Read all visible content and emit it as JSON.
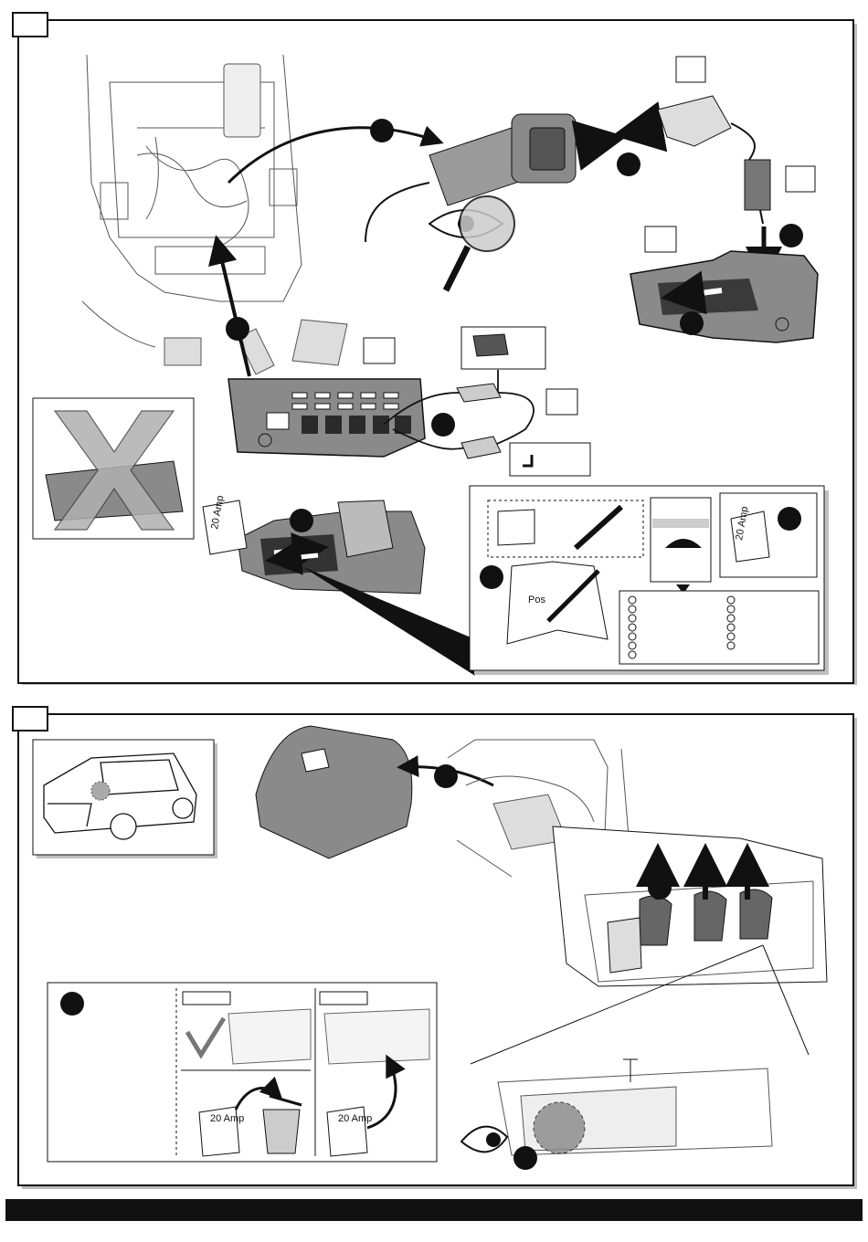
{
  "panel_top": {
    "step_tab": "",
    "callout_boxes": [
      "",
      "",
      "",
      "",
      "",
      "",
      ""
    ],
    "fuse_rating_1": "20 Amp",
    "fuse_rating_2": "20 Amp",
    "manual_text": "Pos"
  },
  "panel_bottom": {
    "step_tab": "",
    "fuse_rating_1": "20 Amp",
    "fuse_rating_2": "20 Amp"
  },
  "footer": {
    "bar_color": "#111111"
  },
  "colors": {
    "line": "#111111",
    "bubble": "#111111",
    "part_fill": "#8a8a8a",
    "dark_fill": "#3a3a3a",
    "panel_shadow": "#bfbfbf"
  },
  "icons": [
    "eye-inspect-icon",
    "magnifier-icon",
    "prohibited-x-icon",
    "check-mark-icon",
    "trash-bin-icon",
    "eye-icon",
    "car-icon",
    "pen-icon",
    "fuse-icon",
    "arrow-icon"
  ]
}
